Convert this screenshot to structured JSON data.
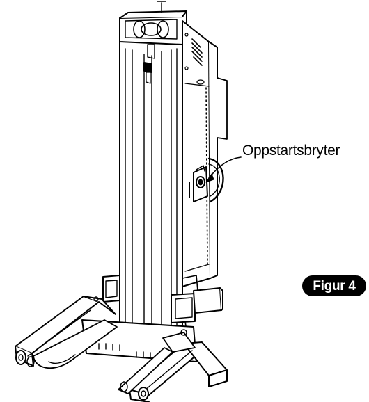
{
  "callout": {
    "label": "Oppstartsbryter"
  },
  "figure": {
    "label": "Figur 4"
  },
  "colors": {
    "line": "#000000",
    "badge_background": "#000000",
    "badge_text": "#ffffff"
  },
  "icons": [
    "mobile-column-lift-drawing",
    "callout-arrow"
  ]
}
